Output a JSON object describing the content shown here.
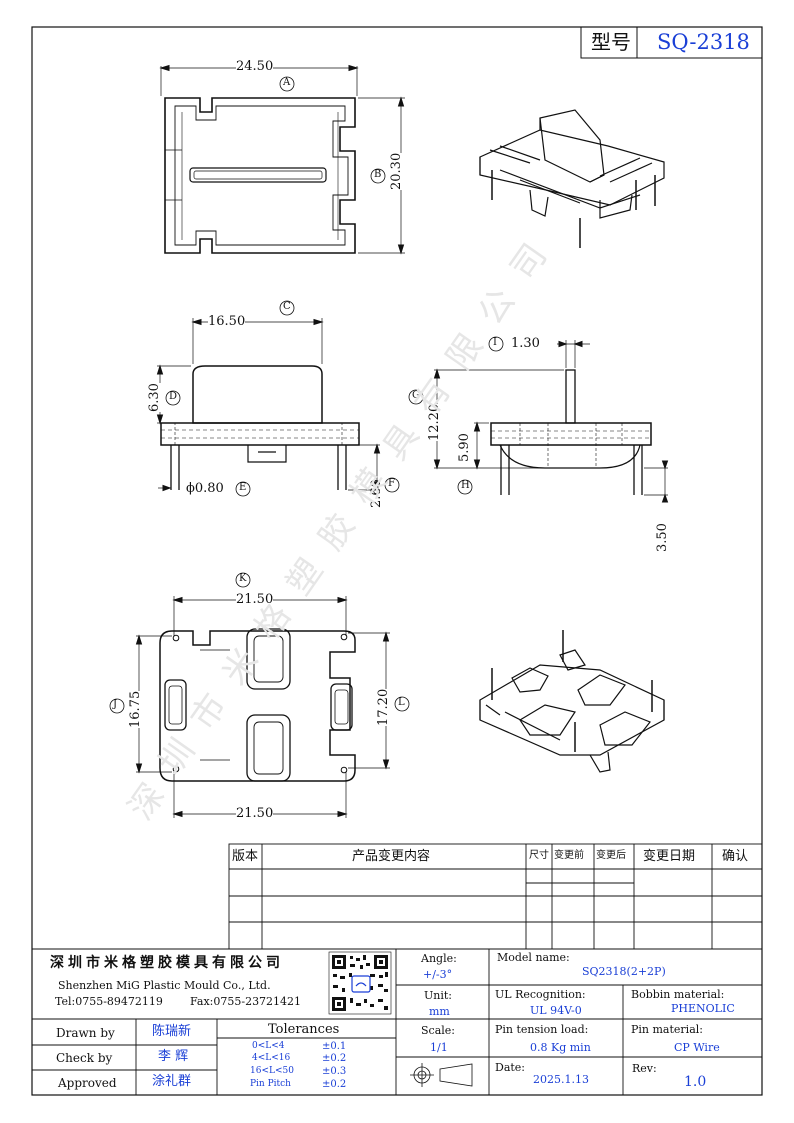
{
  "header": {
    "model_label": "型号",
    "model_value": "SQ-2318"
  },
  "dims": {
    "top_width": "24.50",
    "top_width_tag": "A",
    "top_height": "20.30",
    "top_height_tag": "B",
    "front_width": "16.50",
    "front_width_tag": "C",
    "front_height": "6.30",
    "front_height_tag": "D",
    "pin_dia": "ϕ0.80",
    "pin_dia_tag": "E",
    "pin_len_front": "2.60",
    "pin_len_front_tag": "F",
    "wall": "1.30",
    "wall_tag": "I",
    "side_height": "12.20",
    "side_height_tag": "G",
    "side_base": "5.90",
    "side_base_tag": "H",
    "side_pin": "3.50",
    "bottom_width": "21.50",
    "bottom_width_tag": "K",
    "bottom_width2": "21.50",
    "bottom_left_h": "16.75",
    "bottom_left_tag": "J",
    "bottom_right_h": "17.20",
    "bottom_right_tag": "L"
  },
  "watermark": [
    "深",
    "圳",
    "市",
    "米",
    "格",
    "塑",
    "胶",
    "模",
    "具",
    "有",
    "限",
    "公",
    "司"
  ],
  "revision_table": {
    "headers": [
      "版本",
      "产品变更内容",
      "尺寸",
      "变更前",
      "变更后",
      "变更日期",
      "确认"
    ]
  },
  "company": {
    "name": "深圳市米格塑胶模具有限公司",
    "name_en": "Shenzhen MiG Plastic Mould Co., Ltd.",
    "tel": "Tel:0755-89472119",
    "fax": "Fax:0755-23721421"
  },
  "fields": {
    "angle_label": "Angle:",
    "angle_value": "+/-3°",
    "unit_label": "Unit:",
    "unit_value": "mm",
    "scale_label": "Scale:",
    "scale_value": "1/1",
    "model_name_label": "Model name:",
    "model_name_value": "SQ2318(2+2P)",
    "ul_label": "UL Recognition:",
    "ul_value": "UL 94V-0",
    "bobbin_label": "Bobbin material:",
    "bobbin_value": "PHENOLIC",
    "tension_label": "Pin tension load:",
    "tension_value": "0.8 Kg min",
    "pin_mat_label": "Pin material:",
    "pin_mat_value": "CP Wire",
    "date_label": "Date:",
    "date_value": "2025.1.13",
    "rev_label": "Rev:",
    "rev_value": "1.0"
  },
  "signoff": {
    "drawn_label": "Drawn by",
    "drawn_value": "陈瑞新",
    "check_label": "Check by",
    "check_value": "李 辉",
    "approved_label": "Approved",
    "approved_value": "涂礼群"
  },
  "tolerances": {
    "title": "Tolerances",
    "rows": [
      {
        "range": "0<L<4",
        "tol": "±0.1"
      },
      {
        "range": "4<L<16",
        "tol": "±0.2"
      },
      {
        "range": "16<L<50",
        "tol": "±0.3"
      },
      {
        "range": "Pin Pitch",
        "tol": "±0.2"
      }
    ]
  }
}
